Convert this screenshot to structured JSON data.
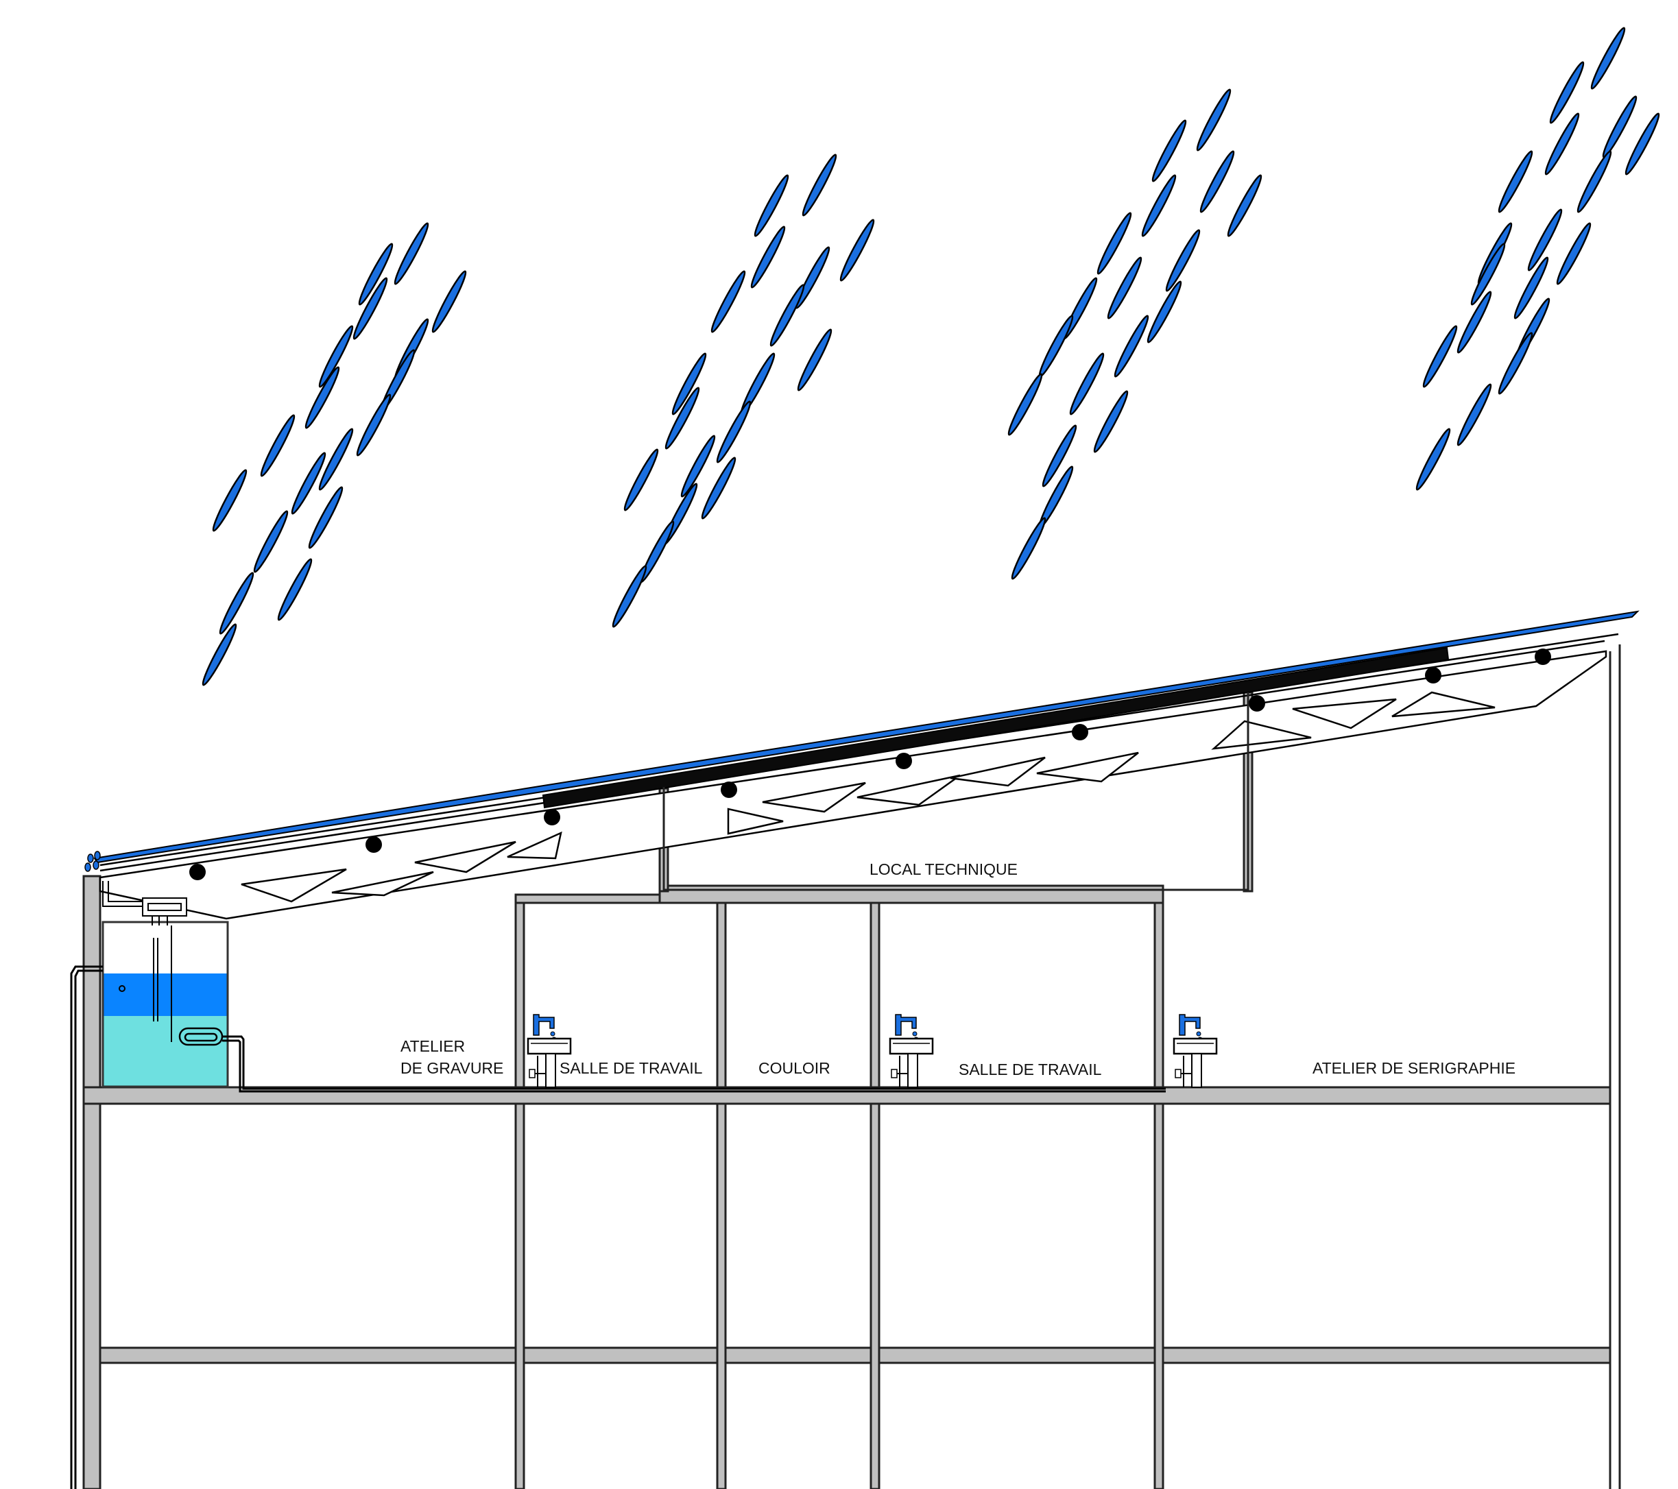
{
  "labels": {
    "local_technique": "LOCAL TECHNIQUE",
    "atelier_gravure_line1": "ATELIER",
    "atelier_gravure_line2": "DE GRAVURE",
    "salle_travail_1": "SALLE DE TRAVAIL",
    "couloir": "COULOIR",
    "salle_travail_2": "SALLE DE TRAVAIL",
    "atelier_serigraphie": "ATELIER DE SERIGRAPHIE"
  },
  "icons": {
    "raindrop": "raindrop-icon",
    "tap": "tap-icon",
    "washbasin": "washbasin-icon",
    "pump": "pump-icon",
    "filter": "filter-icon"
  },
  "colors": {
    "rain": "#1a6fe0",
    "roof_membrane": "#1a6fe0",
    "tank_rainwater": "#0a84ff",
    "tank_stored": "#6ee0e0",
    "wall": "#c0c0c0",
    "line": "#000000"
  }
}
